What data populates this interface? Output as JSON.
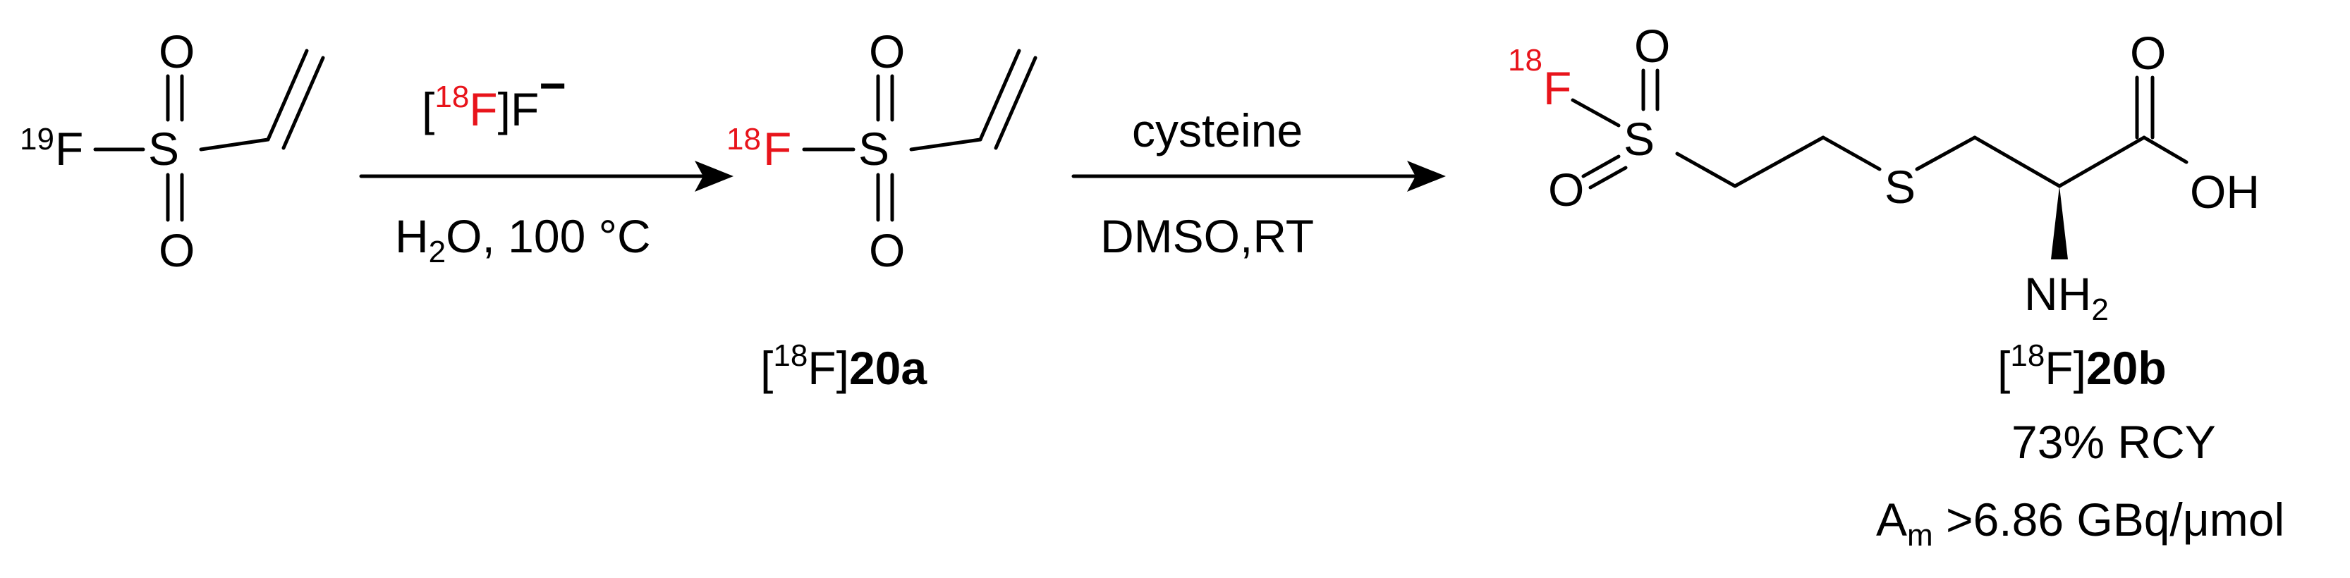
{
  "reactant": {
    "isotope": "19",
    "fluorine": "F",
    "sulfur": "S",
    "oxygen_top": "O",
    "oxygen_bottom": "O"
  },
  "step1": {
    "reagent_open": "[",
    "reagent_isotope": "18",
    "reagent_F_red": "F",
    "reagent_close": "]F",
    "reagent_charge": "−",
    "solvent_H": "H",
    "solvent_sub": "2",
    "solvent_rest": "O, 100 °C"
  },
  "intermediate": {
    "isotope": "18",
    "fluorine": "F",
    "sulfur": "S",
    "oxygen_top": "O",
    "oxygen_bottom": "O",
    "label_open": "[",
    "label_isotope": "18",
    "label_F": "F]",
    "label_id": "20a"
  },
  "step2": {
    "reagent": "cysteine",
    "conditions": "DMSO,RT"
  },
  "product": {
    "isotope": "18",
    "fluorine": "F",
    "sulfur_sulfonyl": "S",
    "oxygen_top": "O",
    "oxygen_left": "O",
    "sulfur_thio": "S",
    "carbonyl_O": "O",
    "hydroxyl": "OH",
    "amine_NH": "NH",
    "amine_sub": "2",
    "label_open": "[",
    "label_isotope": "18",
    "label_F": "F]",
    "label_id": "20b",
    "yield": "73% RCY",
    "activity_A": "A",
    "activity_sub": "m",
    "activity_rest": " >6.86 GBq/μmol"
  }
}
